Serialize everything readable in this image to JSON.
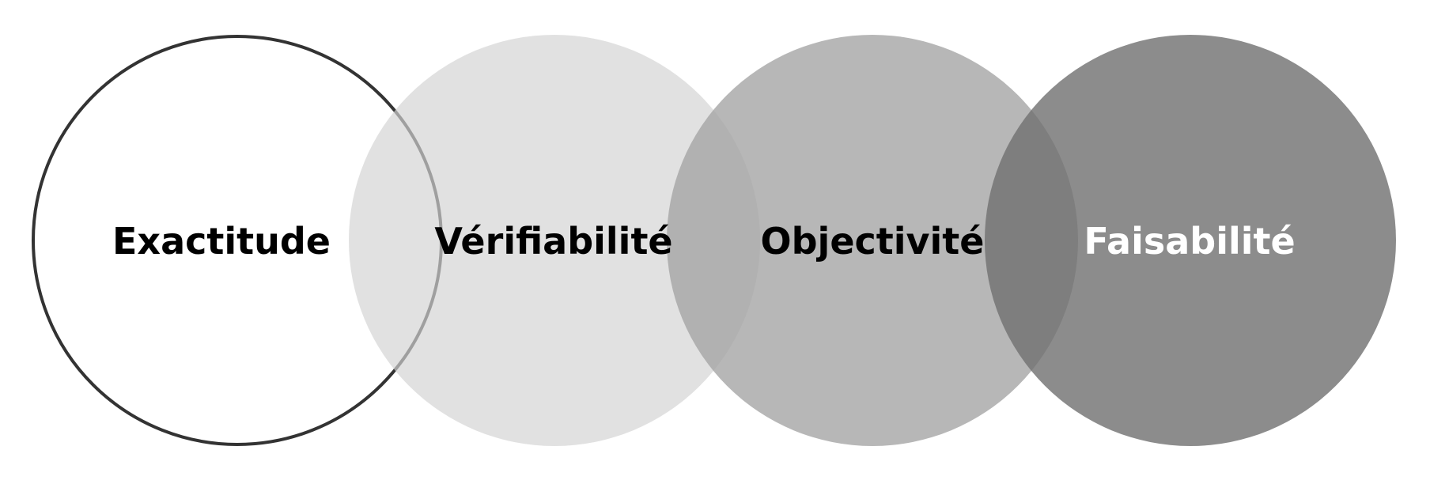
{
  "diagram": {
    "items": [
      {
        "label": "Exactitude",
        "fill": "#ffffff",
        "stroke": "#333333",
        "text_color": "#000000"
      },
      {
        "label": "Vérifiabilité",
        "fill": "#d3d3d3",
        "stroke": "none",
        "text_color": "#000000"
      },
      {
        "label": "Objectivité",
        "fill": "#a3a3a3",
        "stroke": "none",
        "text_color": "#000000"
      },
      {
        "label": "Faisabilité",
        "fill": "#6f6f6f",
        "stroke": "none",
        "text_color": "#ffffff"
      }
    ]
  }
}
